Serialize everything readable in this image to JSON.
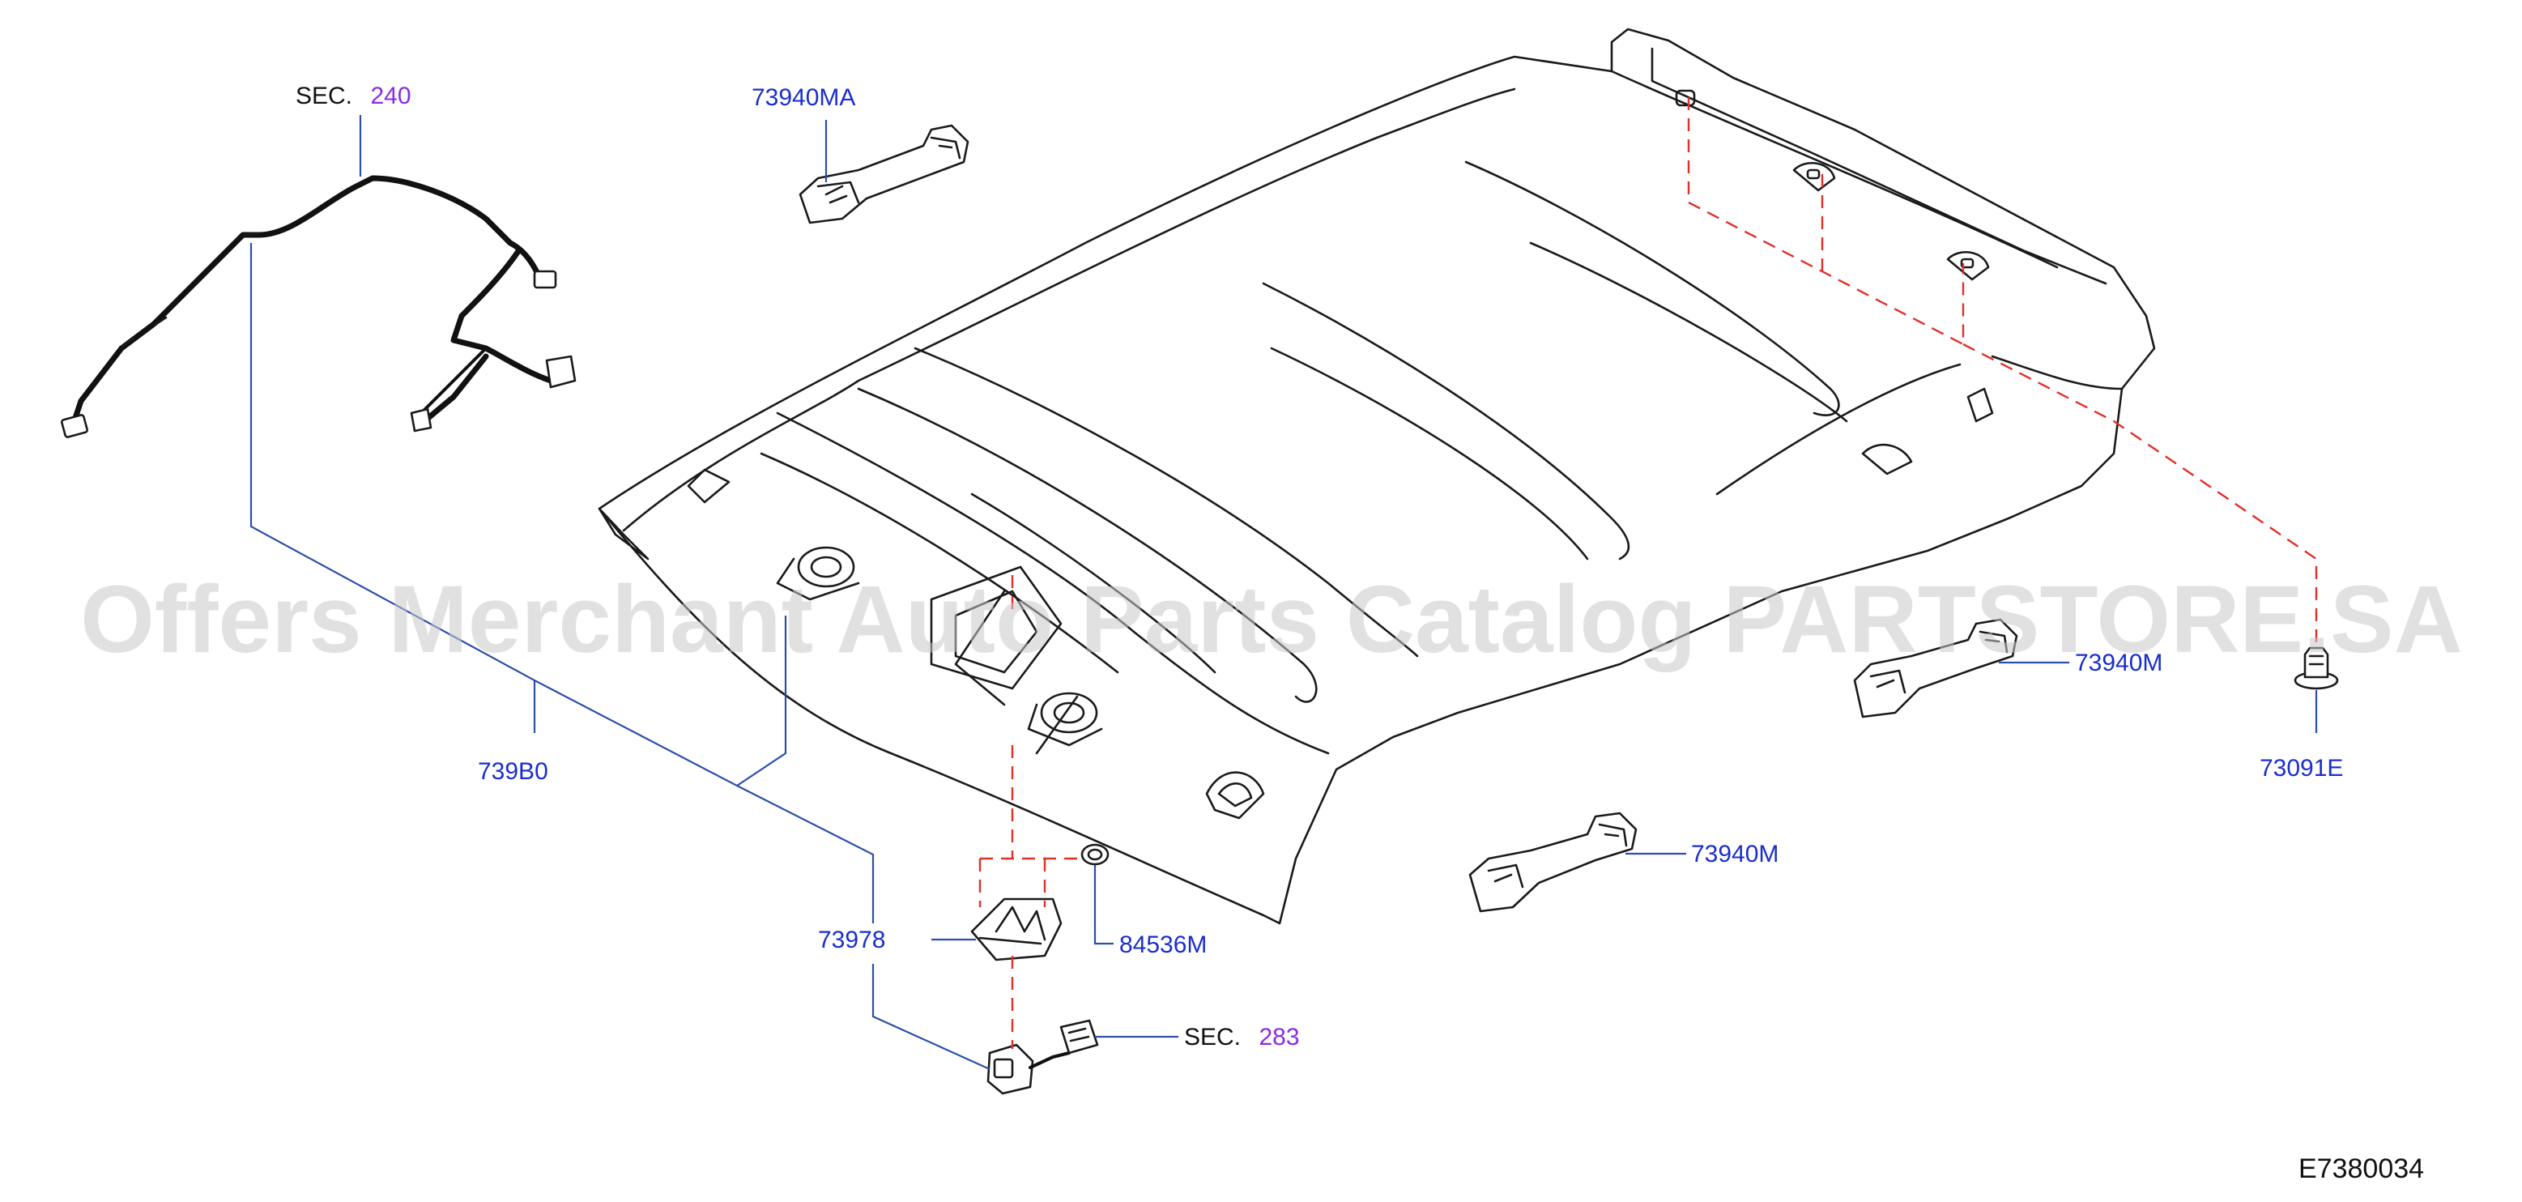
{
  "watermark": "Offers Merchant Auto Parts Catalog PARTSTORE.SA",
  "diagram_code": "E7380034",
  "sections": [
    {
      "prefix": "SEC.",
      "number": "240"
    },
    {
      "prefix": "SEC.",
      "number": "283"
    }
  ],
  "parts": [
    {
      "number": "73940MA"
    },
    {
      "number": "739B0"
    },
    {
      "number": "73940M"
    },
    {
      "number": "73091E"
    },
    {
      "number": "73940M"
    },
    {
      "number": "73978"
    },
    {
      "number": "84536M"
    }
  ],
  "colors": {
    "part_number": "#1a2ecc",
    "section_number": "#8a2be2",
    "leader_line": "#2b4fa8",
    "hidden_line": "#e0302a",
    "outline": "#1a1a1a",
    "watermark": "#c9c9c9"
  }
}
